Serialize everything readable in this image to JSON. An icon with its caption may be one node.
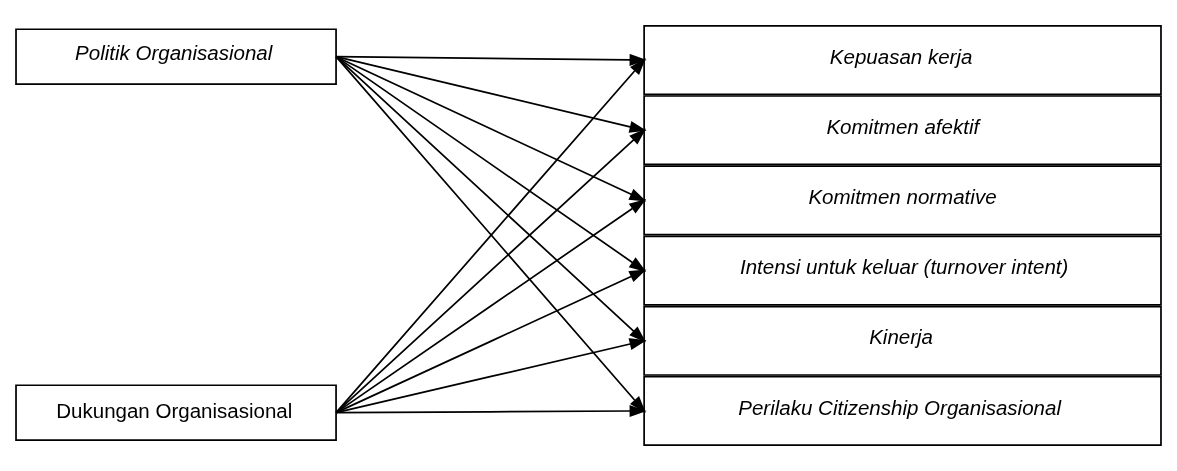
{
  "diagram": {
    "nodes": [
      {
        "text": [
          "Politik Organisasional"
        ]
      },
      {
        "text": [
          "Dukungan Organisasional"
        ]
      },
      {
        "text": [
          "Kepuasan kerja"
        ]
      },
      {
        "text": [
          "Komitmen afektif"
        ]
      },
      {
        "text": [
          "Komitmen normative"
        ]
      },
      {
        "text": [
          "Intensi untuk keluar (turnover intent)"
        ]
      },
      {
        "text": [
          "Kinerja"
        ]
      },
      {
        "text": [
          "Perilaku Citizenship Organisasional"
        ]
      }
    ],
    "edges": [
      {
        "from": 0,
        "to": 2,
        "arrow": "to"
      },
      {
        "from": 0,
        "to": 3,
        "arrow": "to"
      },
      {
        "from": 0,
        "to": 4,
        "arrow": "to"
      },
      {
        "from": 0,
        "to": 5,
        "arrow": "to"
      },
      {
        "from": 0,
        "to": 6,
        "arrow": "to"
      },
      {
        "from": 0,
        "to": 7,
        "arrow": "to"
      },
      {
        "from": 1,
        "to": 2,
        "arrow": "to"
      },
      {
        "from": 1,
        "to": 3,
        "arrow": "to"
      },
      {
        "from": 1,
        "to": 4,
        "arrow": "to"
      },
      {
        "from": 1,
        "to": 5,
        "arrow": "to"
      },
      {
        "from": 1,
        "to": 6,
        "arrow": "to"
      },
      {
        "from": 1,
        "to": 7,
        "arrow": "to"
      }
    ]
  }
}
